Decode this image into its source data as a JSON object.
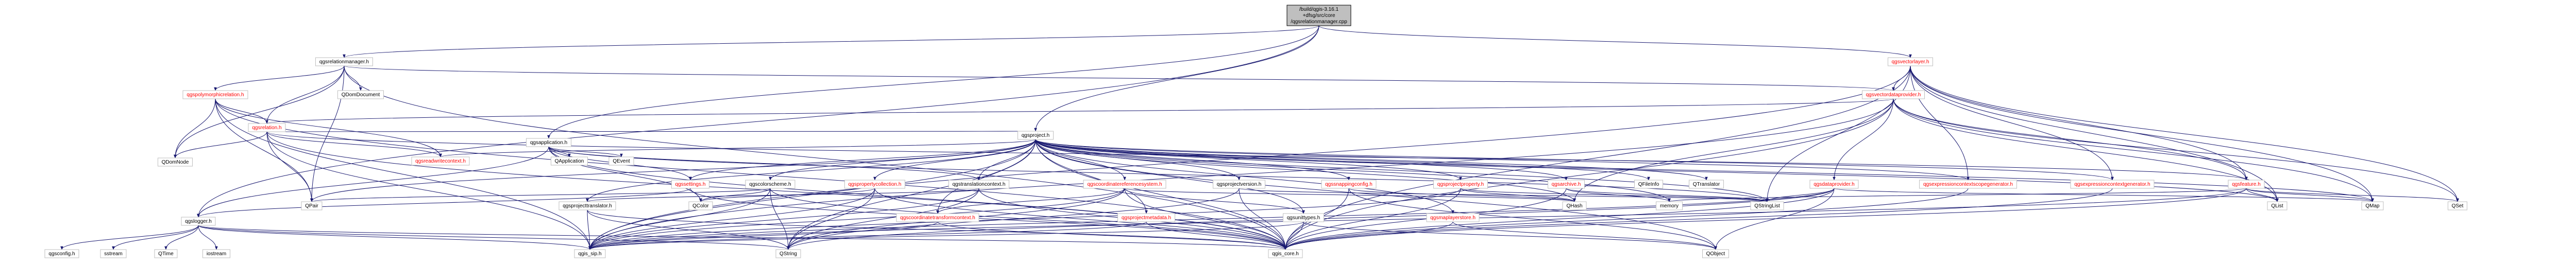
{
  "graph": {
    "type": "include-dependency-graph",
    "root": {
      "id": "root",
      "lines": [
        "/build/qgis-3.16.1",
        "+dfsg/src/core",
        "/qgsrelationmanager.cpp"
      ]
    },
    "nodes": [
      {
        "id": "relationmanager_h",
        "label": "qgsrelationmanager.h",
        "red": false
      },
      {
        "id": "vectorlayer_h",
        "label": "qgsvectorlayer.h",
        "red": true
      },
      {
        "id": "project_h",
        "label": "qgsproject.h",
        "red": false
      },
      {
        "id": "polymorphic_h",
        "label": "qgspolymorphicrelation.h",
        "red": true
      },
      {
        "id": "qdomdocument",
        "label": "QDomDocument",
        "red": false
      },
      {
        "id": "vectordataprovider_h",
        "label": "qgsvectordataprovider.h",
        "red": true
      },
      {
        "id": "relation_h",
        "label": "qgsrelation.h",
        "red": true
      },
      {
        "id": "application_h",
        "label": "qgsapplication.h",
        "red": false
      },
      {
        "id": "qdomnode",
        "label": "QDomNode",
        "red": false
      },
      {
        "id": "readwritecontext_h",
        "label": "qgsreadwritecontext.h",
        "red": true
      },
      {
        "id": "qapplication",
        "label": "QApplication",
        "red": false
      },
      {
        "id": "qevent",
        "label": "QEvent",
        "red": false
      },
      {
        "id": "settings_h",
        "label": "qgssettings.h",
        "red": true
      },
      {
        "id": "colorscheme_h",
        "label": "qgscolorscheme.h",
        "red": false
      },
      {
        "id": "propertycollection_h",
        "label": "qgspropertycollection.h",
        "red": true
      },
      {
        "id": "translationcontext_h",
        "label": "qgstranslationcontext.h",
        "red": false
      },
      {
        "id": "crs_h",
        "label": "qgscoordinatereferencesystem.h",
        "red": true
      },
      {
        "id": "projectversion_h",
        "label": "qgsprojectversion.h",
        "red": false
      },
      {
        "id": "snappingconfig_h",
        "label": "qgssnappingconfig.h",
        "red": true
      },
      {
        "id": "projectproperty_h",
        "label": "qgsprojectproperty.h",
        "red": true
      },
      {
        "id": "archive_h",
        "label": "qgsarchive.h",
        "red": true
      },
      {
        "id": "qfileinfo",
        "label": "QFileInfo",
        "red": false
      },
      {
        "id": "qtranslator",
        "label": "QTranslator",
        "red": false
      },
      {
        "id": "exprctxscopegen_h",
        "label": "qgsexpressioncontextscopegenerator.h",
        "red": true
      },
      {
        "id": "exprctxgen_h",
        "label": "qgsexpressioncontextgenerator.h",
        "red": true
      },
      {
        "id": "feature_h",
        "label": "qgsfeature.h",
        "red": true
      },
      {
        "id": "logger_h",
        "label": "qgslogger.h",
        "red": false
      },
      {
        "id": "qpair",
        "label": "QPair",
        "red": false
      },
      {
        "id": "qcolor",
        "label": "QColor",
        "red": false
      },
      {
        "id": "projecttranslator_h",
        "label": "qgsprojecttranslator.h",
        "red": false
      },
      {
        "id": "coordtransformctx_h",
        "label": "qgscoordinatetransformcontext.h",
        "red": true
      },
      {
        "id": "projectmetadata_h",
        "label": "qgsprojectmetadata.h",
        "red": true
      },
      {
        "id": "unittypes_h",
        "label": "qgsunittypes.h",
        "red": false
      },
      {
        "id": "maplayerstore_h",
        "label": "qgsmaplayerstore.h",
        "red": true
      },
      {
        "id": "qhash",
        "label": "QHash",
        "red": false
      },
      {
        "id": "memory",
        "label": "memory",
        "red": false
      },
      {
        "id": "qstringlist",
        "label": "QStringList",
        "red": false
      },
      {
        "id": "datafrovider_h",
        "label": "qgsdataprovider.h",
        "red": true
      },
      {
        "id": "qlist",
        "label": "QList",
        "red": false
      },
      {
        "id": "qmap",
        "label": "QMap",
        "red": false
      },
      {
        "id": "qset",
        "label": "QSet",
        "red": false
      },
      {
        "id": "qgsconfig_h",
        "label": "qgsconfig.h",
        "red": false
      },
      {
        "id": "sstream",
        "label": "sstream",
        "red": false
      },
      {
        "id": "qtime",
        "label": "QTime",
        "red": false
      },
      {
        "id": "iostream",
        "label": "iostream",
        "red": false
      },
      {
        "id": "qgis_sip_h",
        "label": "qgis_sip.h",
        "red": false
      },
      {
        "id": "qstring",
        "label": "QString",
        "red": false
      },
      {
        "id": "qgis_core_h",
        "label": "qgis_core.h",
        "red": false
      },
      {
        "id": "qobject",
        "label": "QObject",
        "red": false
      }
    ],
    "edges": [
      [
        "root",
        "relationmanager_h"
      ],
      [
        "root",
        "vectorlayer_h"
      ],
      [
        "root",
        "project_h"
      ],
      [
        "root",
        "logger_h"
      ],
      [
        "root",
        "application_h"
      ],
      [
        "relationmanager_h",
        "polymorphic_h"
      ],
      [
        "relationmanager_h",
        "qdomdocument"
      ],
      [
        "relationmanager_h",
        "relation_h"
      ],
      [
        "relationmanager_h",
        "qdomnode"
      ],
      [
        "relationmanager_h",
        "vectordataprovider_h"
      ],
      [
        "relationmanager_h",
        "qgis_core_h"
      ],
      [
        "relationmanager_h",
        "qpair"
      ],
      [
        "polymorphic_h",
        "relation_h"
      ],
      [
        "polymorphic_h",
        "qdomnode"
      ],
      [
        "polymorphic_h",
        "readwritecontext_h"
      ],
      [
        "polymorphic_h",
        "qpair"
      ],
      [
        "polymorphic_h",
        "qgis_core_h"
      ],
      [
        "polymorphic_h",
        "qgis_sip_h"
      ],
      [
        "relation_h",
        "qdomnode"
      ],
      [
        "relation_h",
        "readwritecontext_h"
      ],
      [
        "relation_h",
        "qpair"
      ],
      [
        "relation_h",
        "qgis_sip_h"
      ],
      [
        "relation_h",
        "qgis_core_h"
      ],
      [
        "relation_h",
        "feature_h"
      ],
      [
        "application_h",
        "qapplication"
      ],
      [
        "application_h",
        "qevent"
      ],
      [
        "application_h",
        "qstringlist"
      ],
      [
        "application_h",
        "qcolor"
      ],
      [
        "application_h",
        "translationcontext_h"
      ],
      [
        "application_h",
        "qgis_core_h"
      ],
      [
        "application_h",
        "settings_h"
      ],
      [
        "application_h",
        "logger_h"
      ],
      [
        "project_h",
        "readwritecontext_h"
      ],
      [
        "project_h",
        "settings_h"
      ],
      [
        "project_h",
        "colorscheme_h"
      ],
      [
        "project_h",
        "propertycollection_h"
      ],
      [
        "project_h",
        "translationcontext_h"
      ],
      [
        "project_h",
        "crs_h"
      ],
      [
        "project_h",
        "projectversion_h"
      ],
      [
        "project_h",
        "snappingconfig_h"
      ],
      [
        "project_h",
        "projectproperty_h"
      ],
      [
        "project_h",
        "archive_h"
      ],
      [
        "project_h",
        "qfileinfo"
      ],
      [
        "project_h",
        "qtranslator"
      ],
      [
        "project_h",
        "exprctxscopegen_h"
      ],
      [
        "project_h",
        "exprctxgen_h"
      ],
      [
        "project_h",
        "relation_h"
      ],
      [
        "project_h",
        "projecttranslator_h"
      ],
      [
        "project_h",
        "coordtransformctx_h"
      ],
      [
        "project_h",
        "projectmetadata_h"
      ],
      [
        "project_h",
        "unittypes_h"
      ],
      [
        "project_h",
        "maplayerstore_h"
      ],
      [
        "project_h",
        "qhash"
      ],
      [
        "project_h",
        "qstringlist"
      ],
      [
        "project_h",
        "qlist"
      ],
      [
        "project_h",
        "qpair"
      ],
      [
        "project_h",
        "qgis_core_h"
      ],
      [
        "project_h",
        "qgis_sip_h"
      ],
      [
        "project_h",
        "qobject"
      ],
      [
        "project_h",
        "qstring"
      ],
      [
        "project_h",
        "memory"
      ],
      [
        "project_h",
        "qmap"
      ],
      [
        "vectorlayer_h",
        "vectordataprovider_h"
      ],
      [
        "vectorlayer_h",
        "feature_h"
      ],
      [
        "vectorlayer_h",
        "exprctxscopegen_h"
      ],
      [
        "vectorlayer_h",
        "exprctxgen_h"
      ],
      [
        "vectorlayer_h",
        "qlist"
      ],
      [
        "vectorlayer_h",
        "qmap"
      ],
      [
        "vectorlayer_h",
        "qset"
      ],
      [
        "vectorlayer_h",
        "qstringlist"
      ],
      [
        "vectorlayer_h",
        "qgis_core_h"
      ],
      [
        "vectorlayer_h",
        "qgis_sip_h"
      ],
      [
        "vectordataprovider_h",
        "datafrovider_h"
      ],
      [
        "vectordataprovider_h",
        "feature_h"
      ],
      [
        "vectordataprovider_h",
        "qlist"
      ],
      [
        "vectordataprovider_h",
        "qset"
      ],
      [
        "vectordataprovider_h",
        "qmap"
      ],
      [
        "vectordataprovider_h",
        "qhash"
      ],
      [
        "vectordataprovider_h",
        "qgis_core_h"
      ],
      [
        "vectordataprovider_h",
        "qgis_sip_h"
      ],
      [
        "vectordataprovider_h",
        "relation_h"
      ],
      [
        "settings_h",
        "qgis_core_h"
      ],
      [
        "settings_h",
        "logger_h"
      ],
      [
        "colorscheme_h",
        "qcolor"
      ],
      [
        "colorscheme_h",
        "qpair"
      ],
      [
        "colorscheme_h",
        "qgis_core_h"
      ],
      [
        "colorscheme_h",
        "qgis_sip_h"
      ],
      [
        "colorscheme_h",
        "qstring"
      ],
      [
        "propertycollection_h",
        "qgis_core_h"
      ],
      [
        "propertycollection_h",
        "qgis_sip_h"
      ],
      [
        "propertycollection_h",
        "qstring"
      ],
      [
        "propertycollection_h",
        "qcolor"
      ],
      [
        "translationcontext_h",
        "qgis_core_h"
      ],
      [
        "translationcontext_h",
        "qgis_sip_h"
      ],
      [
        "translationcontext_h",
        "qstring"
      ],
      [
        "translationcontext_h",
        "projecttranslator_h"
      ],
      [
        "crs_h",
        "coordtransformctx_h"
      ],
      [
        "crs_h",
        "unittypes_h"
      ],
      [
        "crs_h",
        "qgis_core_h"
      ],
      [
        "crs_h",
        "qgis_sip_h"
      ],
      [
        "crs_h",
        "qstring"
      ],
      [
        "crs_h",
        "qhash"
      ],
      [
        "projectversion_h",
        "qgis_core_h"
      ],
      [
        "projectversion_h",
        "qstring"
      ],
      [
        "projectversion_h",
        "qstringlist"
      ],
      [
        "snappingconfig_h",
        "qgis_core_h"
      ],
      [
        "snappingconfig_h",
        "qhash"
      ],
      [
        "snappingconfig_h",
        "qobject"
      ],
      [
        "projectproperty_h",
        "qhash"
      ],
      [
        "projectproperty_h",
        "qstringlist"
      ],
      [
        "projectproperty_h",
        "qgis_core_h"
      ],
      [
        "projectproperty_h",
        "qgis_sip_h"
      ],
      [
        "archive_h",
        "memory"
      ],
      [
        "archive_h",
        "qstringlist"
      ],
      [
        "archive_h",
        "qgis_core_h"
      ],
      [
        "exprctxscopegen_h",
        "qgis_core_h"
      ],
      [
        "exprctxgen_h",
        "qgis_core_h"
      ],
      [
        "feature_h",
        "qlist"
      ],
      [
        "feature_h",
        "qmap"
      ],
      [
        "feature_h",
        "qset"
      ],
      [
        "feature_h",
        "memory"
      ],
      [
        "feature_h",
        "qgis_core_h"
      ],
      [
        "feature_h",
        "qgis_sip_h"
      ],
      [
        "logger_h",
        "qgsconfig_h"
      ],
      [
        "logger_h",
        "sstream"
      ],
      [
        "logger_h",
        "qtime"
      ],
      [
        "logger_h",
        "iostream"
      ],
      [
        "logger_h",
        "qgis_core_h"
      ],
      [
        "logger_h",
        "qgis_sip_h"
      ],
      [
        "logger_h",
        "qstring"
      ],
      [
        "projecttranslator_h",
        "qgis_core_h"
      ],
      [
        "projecttranslator_h",
        "qgis_sip_h"
      ],
      [
        "projecttranslator_h",
        "qstring"
      ],
      [
        "coordtransformctx_h",
        "qgis_core_h"
      ],
      [
        "coordtransformctx_h",
        "qgis_sip_h"
      ],
      [
        "projectmetadata_h",
        "qgis_core_h"
      ],
      [
        "projectmetadata_h",
        "qgis_sip_h"
      ],
      [
        "unittypes_h",
        "qgis_core_h"
      ],
      [
        "unittypes_h",
        "qgis_sip_h"
      ],
      [
        "unittypes_h",
        "qobject"
      ],
      [
        "maplayerstore_h",
        "qgis_core_h"
      ],
      [
        "maplayerstore_h",
        "qobject"
      ],
      [
        "datafrovider_h",
        "qobject"
      ],
      [
        "datafrovider_h",
        "qgis_core_h"
      ],
      [
        "datafrovider_h",
        "qgis_sip_h"
      ],
      [
        "datafrovider_h",
        "qstring"
      ],
      [
        "datafrovider_h",
        "qstringlist"
      ],
      [
        "datafrovider_h",
        "qmap"
      ]
    ]
  }
}
